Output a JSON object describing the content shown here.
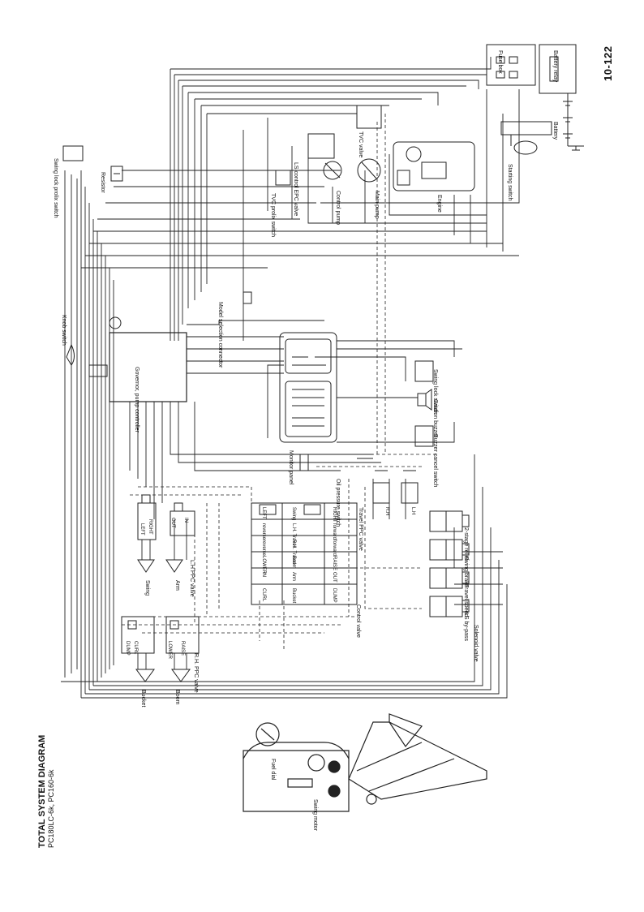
{
  "page_number": "10-122",
  "title": "TOTAL SYSTEM DIAGRAM",
  "subtitle": "PC180LC-6k, PC160-6k",
  "labels": {
    "fuse_box": "Fuse box",
    "battery_relay": "Battery relay",
    "battery": "Battery",
    "starting_switch": "Starting switch",
    "engine": "Engine",
    "main_pump": "Main pump",
    "control_pump": "Control pump",
    "ls_control_epc_valve": "LS control EPC valve",
    "tvc_valve": "TVC valve",
    "tvc_prolix_switch": "TVC prolix switch",
    "resistor": "Resistor",
    "swing_lock_prolix_switch": "Swing lock prolix switch",
    "model_selection_connector": "Model selection connector",
    "knob_switch": "Knob switch",
    "governor_pump_controller": "Governor, pump controller",
    "monitor_panel": "Monitor panel",
    "swing_lock_switch": "Swing lock switch",
    "caution_buzzer": "Caution buzzer",
    "buzzer_cancel_switch": "Buzzer cancel switch",
    "oil_pressure_switch": "Oil pressure switch",
    "lh_ppc_valve": "L.H PPC valve",
    "rh_ppc_valve": "R.H. PPC valve",
    "travel_ppc_valve": "Travel PPC valve",
    "control_valve": "Control valve",
    "solenoid_valve": "Solenoid valve",
    "ls_bypass": "LS by-pass",
    "travel_speed": "Travel speed",
    "swing_brake": "Swing brake",
    "two_stage_relief": "2-stage relief",
    "swing": "Swing",
    "arm": "Arm",
    "boom": "Boom",
    "bucket": "Bucket",
    "left": "LEFT",
    "right": "RIGHT",
    "dump": "DUMP",
    "curl": "CURL",
    "lower": "LOWER",
    "raise": "RAISE",
    "out": "OUT",
    "in": "IN",
    "rh": "R.H",
    "lh": "L.H",
    "fuel_dial": "Fuel dial",
    "swing_motor": "Swing motor"
  },
  "control_valve_spools": [
    [
      "LEFT",
      "Swing",
      "RIGHT"
    ],
    [
      "reverse",
      "L.H. Travel",
      "forward"
    ],
    [
      "reverse",
      "R.H. Travel",
      "forward"
    ],
    [
      "LOWER",
      "Boom",
      "RAISE"
    ],
    [
      "IN",
      "Arm",
      "OUT"
    ],
    [
      "CURL",
      "Bucket",
      "DUMP"
    ]
  ]
}
